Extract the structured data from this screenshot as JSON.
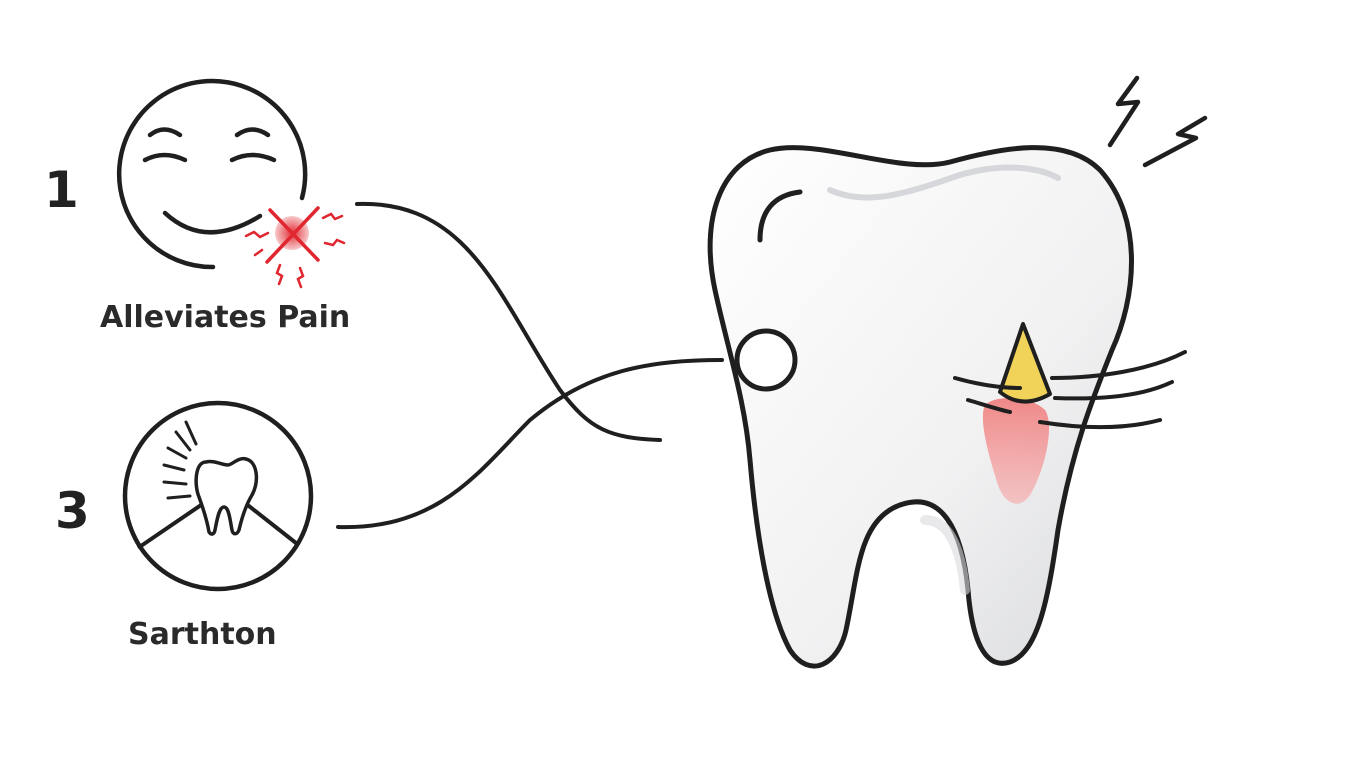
{
  "steps": [
    {
      "number": "1",
      "label": "Alleviates Pain"
    },
    {
      "number": "3",
      "label": "Sarthton"
    }
  ],
  "colors": {
    "stroke": "#1f1f1f",
    "pain_red": "#e0262e",
    "inflamed": "#f08a8a",
    "cone_yellow": "#f2d35a",
    "tooth_fill": "#f4f4f5",
    "tooth_shade": "#dcdde0"
  },
  "icons": [
    "smiling-face-icon",
    "pain-spark-icon",
    "tooth-impact-icon",
    "tooth-illustration",
    "lightning-icon"
  ]
}
